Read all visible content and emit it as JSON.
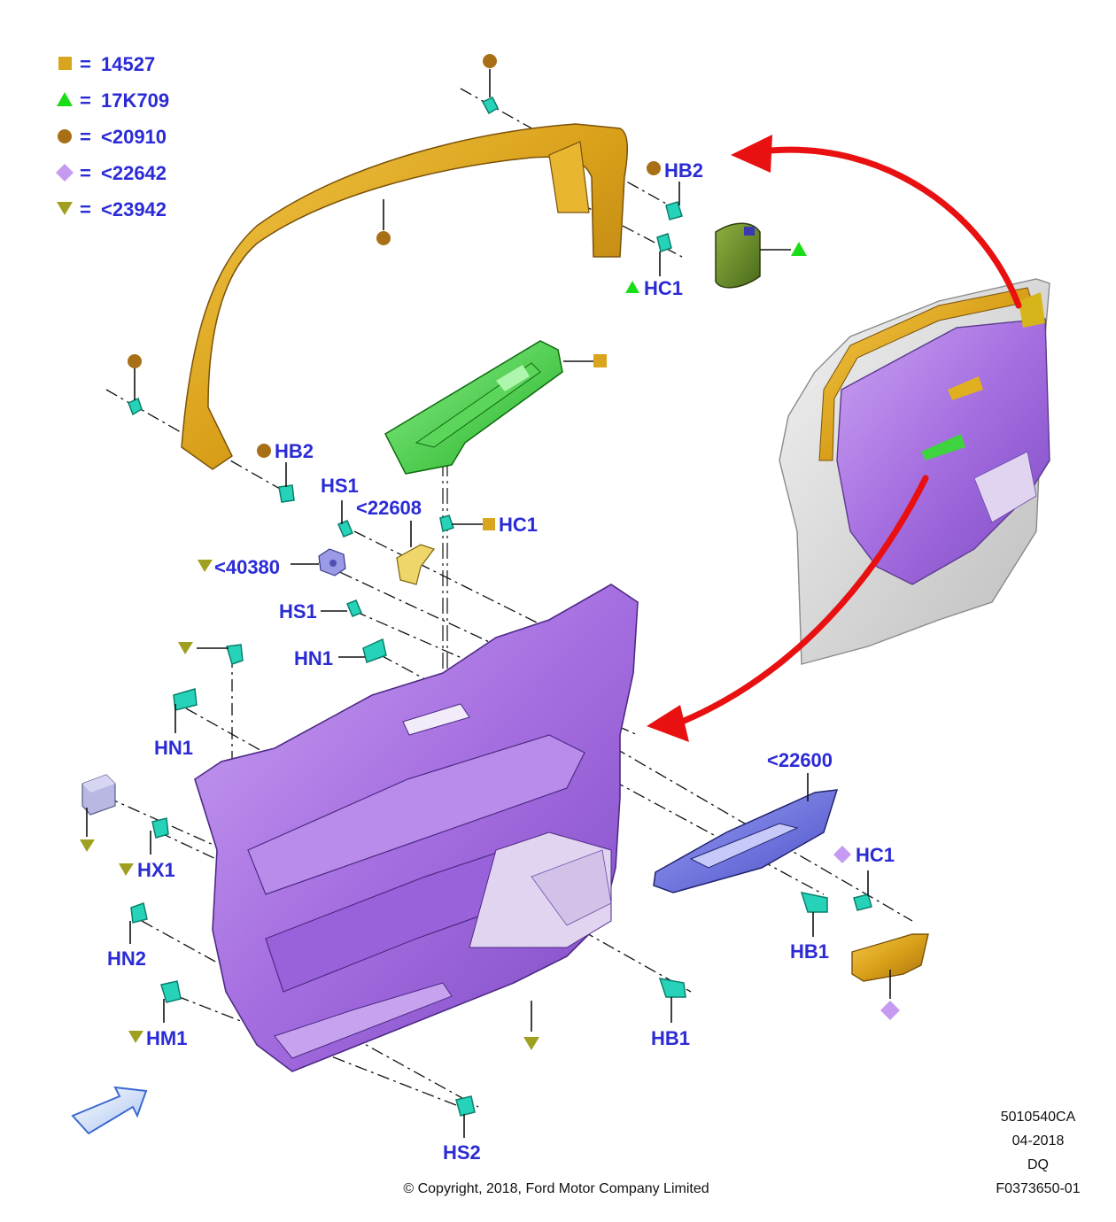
{
  "legend": [
    {
      "symbol": "square",
      "color": "#d9a51e",
      "eq": "=",
      "code": "14527"
    },
    {
      "symbol": "triangle-up",
      "color": "#19dd19",
      "eq": "=",
      "code": "17K709"
    },
    {
      "symbol": "circle",
      "color": "#a86f16",
      "eq": "=",
      "code": "<20910"
    },
    {
      "symbol": "diamond",
      "color": "#c59af0",
      "eq": "=",
      "code": "<22642"
    },
    {
      "symbol": "triangle-down",
      "color": "#a0a020",
      "eq": "=",
      "code": "<23942"
    }
  ],
  "labels": {
    "hb2_top": "HB2",
    "hc1_top": "HC1",
    "hb2_mid": "HB2",
    "hs1_a": "HS1",
    "p22608": "<22608",
    "hc1_mid": "HC1",
    "p40380": "<40380",
    "hs1_b": "HS1",
    "hn1_a": "HN1",
    "hn1_b": "HN1",
    "hx1": "HX1",
    "hn2": "HN2",
    "hm1": "HM1",
    "hs2": "HS2",
    "hb1_a": "HB1",
    "hb1_b": "HB1",
    "p22600": "<22600",
    "hc1_right": "HC1"
  },
  "colors": {
    "label": "#2b2bd6",
    "trim_panel": "#a670e0",
    "moulding": "#d9a51e",
    "switch_bezel": "#3fd33f",
    "arrow": "#e81010",
    "clip": "#27d3b8"
  },
  "meta": {
    "code": "5010540CA",
    "date": "04-2018",
    "initials": "DQ",
    "ref": "F0373650-01",
    "copyright": "© Copyright, 2018, Ford Motor Company Limited"
  }
}
